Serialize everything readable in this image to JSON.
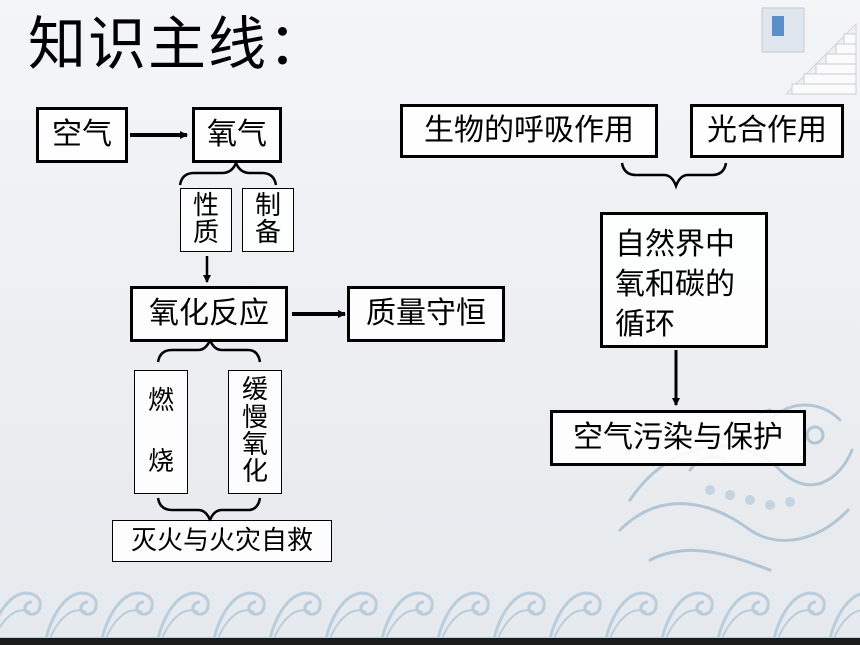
{
  "title": "知识主线：",
  "nodes": {
    "air": "空气",
    "oxygen": "氧气",
    "properties": [
      "性",
      "质"
    ],
    "preparation": [
      "制",
      "备"
    ],
    "oxidation": "氧化反应",
    "mass_conservation": "质量守恒",
    "combustion": [
      "燃",
      "烧"
    ],
    "slow_oxidation": [
      "缓",
      "慢",
      "氧",
      "化"
    ],
    "fire_safety": "灭火与火灾自救",
    "respiration": "生物的呼吸作用",
    "photosynthesis": "光合作用",
    "cycle": [
      "自然界中",
      "氧和碳的",
      "循环"
    ],
    "pollution": "空气污染与保护"
  },
  "colors": {
    "border": "#000000",
    "box_fill": "#ffffff",
    "wave": "#b9cddd",
    "dragon": "#9fb9cd"
  }
}
